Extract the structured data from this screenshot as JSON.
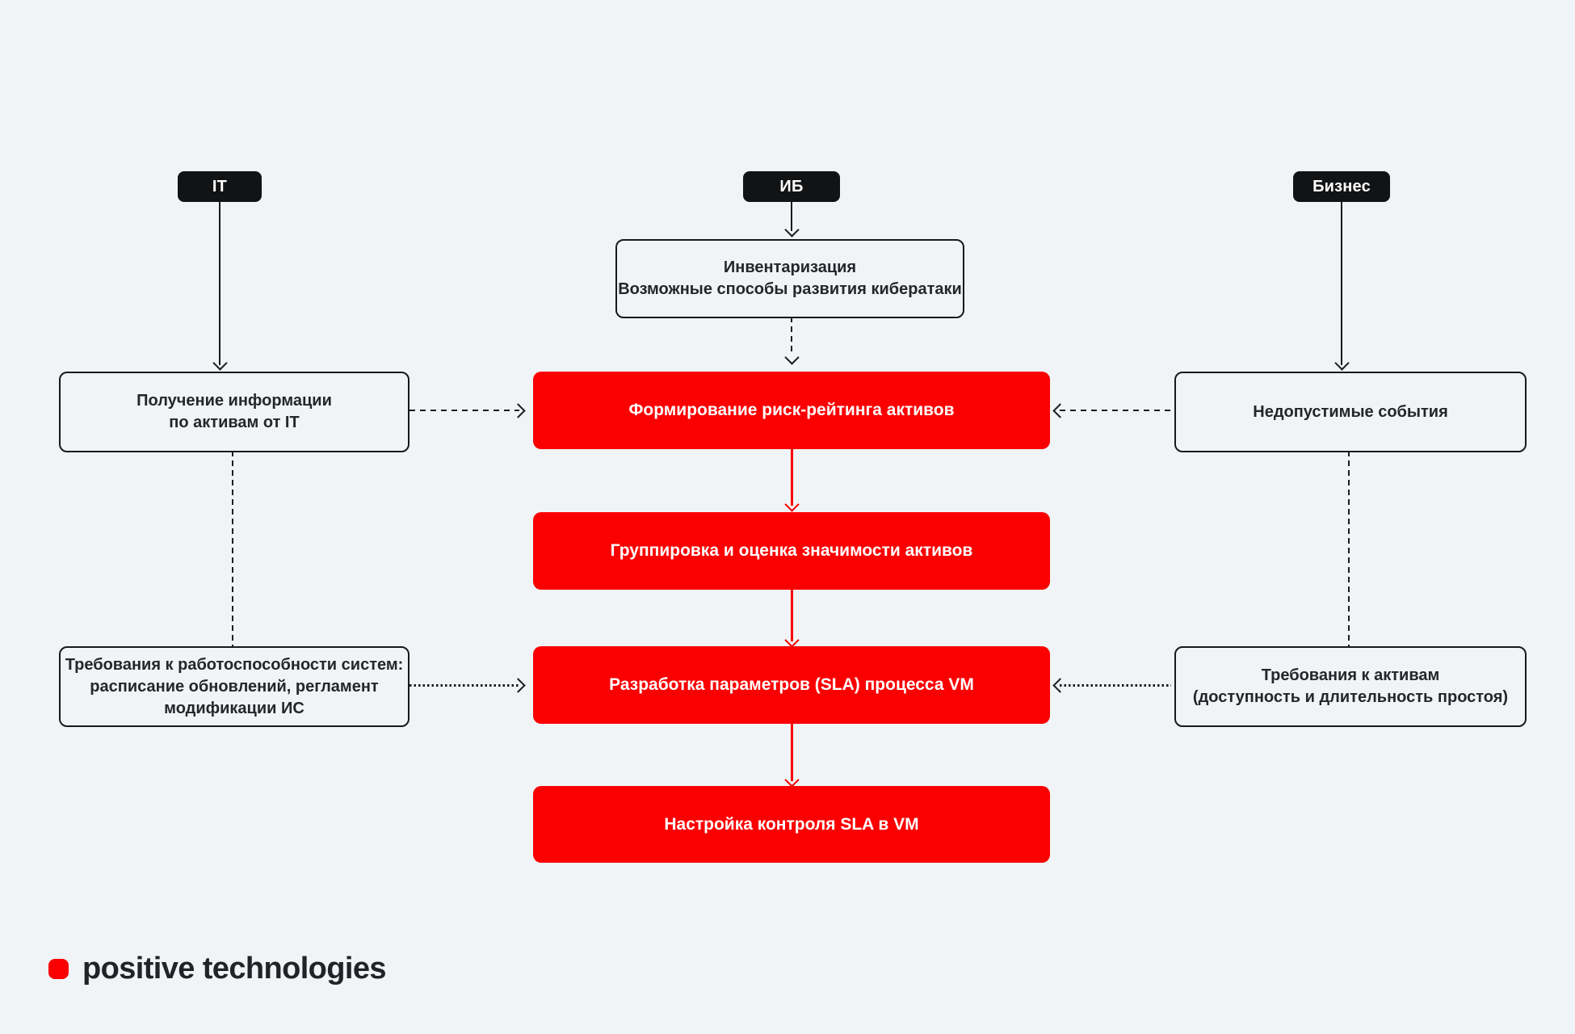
{
  "palette": {
    "background": "#F0F4F6",
    "accent_red": "#FB0000",
    "badge_black": "#121314",
    "outline": "#17191B",
    "text_dark": "#23272B"
  },
  "badges": {
    "it": "IT",
    "ib": "ИБ",
    "business": "Бизнес"
  },
  "boxes": {
    "inventory": {
      "line1": "Инвентаризация",
      "line2": "Возможные способы развития кибератаки"
    },
    "it_info": {
      "line1": "Получение информации",
      "line2": "по активам от IT"
    },
    "it_requirements": {
      "line1": "Требования к работоспособности систем:",
      "line2": "расписание обновлений, регламент",
      "line3": "модификации ИС"
    },
    "business_events": {
      "line1": "Недопустимые события"
    },
    "business_requirements": {
      "line1": "Требования к активам",
      "line2": "(доступность и длительность простоя)"
    },
    "risk_rating": "Формирование риск-рейтинга активов",
    "grouping": "Группировка и оценка значимости активов",
    "sla_params": "Разработка параметров (SLA) процесса VM",
    "sla_control": "Настройка контроля SLA в VM"
  },
  "logo": {
    "text": "positive technologies"
  }
}
